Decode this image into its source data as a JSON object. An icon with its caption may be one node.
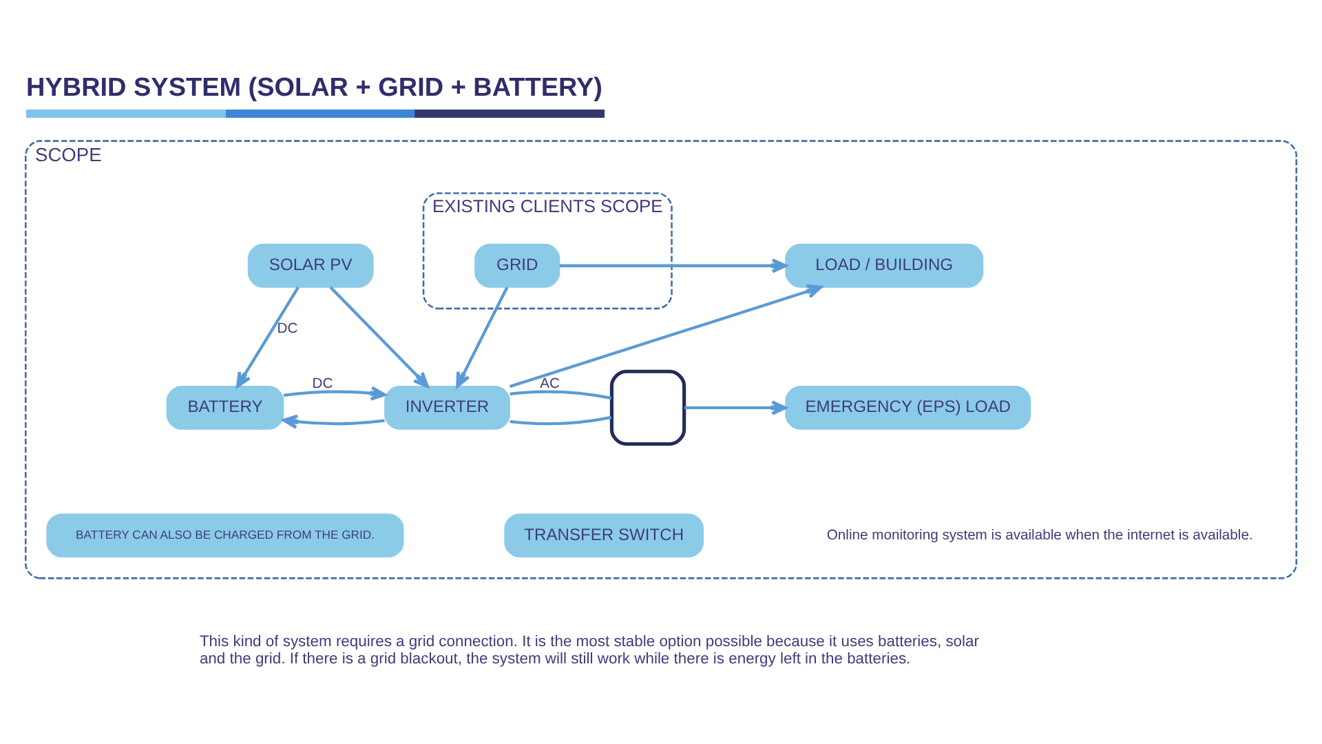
{
  "diagram": {
    "title": "HYBRID SYSTEM (SOLAR + GRID + BATTERY)",
    "caption": "This kind of system requires a grid connection. It is the most stable option possible because it uses batteries, solar and the grid. If there is a grid blackout, the system will still work while there is energy left in the batteries.",
    "nodes": [
      {
        "text": [
          "SCOPE"
        ]
      },
      {
        "text": [
          "EXISTING CLIENTS SCOPE"
        ],
        "in": 0
      },
      {
        "text": [
          "SOLAR PV"
        ],
        "in": 0
      },
      {
        "text": [
          "GRID"
        ],
        "in": 1
      },
      {
        "text": [
          "LOAD / BUILDING"
        ],
        "in": 0
      },
      {
        "text": [
          "BATTERY"
        ],
        "in": 0
      },
      {
        "text": [
          "INVERTER"
        ],
        "in": 0
      },
      {
        "text": [],
        "shape": "box",
        "in": 0
      },
      {
        "text": [
          "TRANSFER SWITCH"
        ],
        "in": 0
      },
      {
        "text": [
          "EMERGENCY (EPS) LOAD"
        ],
        "in": 0
      },
      {
        "text": [
          "BATTERY CAN ALSO BE CHARGED FROM THE GRID."
        ],
        "in": 0
      }
    ],
    "edges": [
      {
        "from": 2,
        "to": 5,
        "arrow": "to",
        "label": "DC"
      },
      {
        "from": 2,
        "to": 6,
        "arrow": "to"
      },
      {
        "from": 6,
        "to": 5,
        "arrow": "to"
      },
      {
        "from": 5,
        "to": 6,
        "arrow": "to",
        "label": "DC"
      },
      {
        "from": 3,
        "to": 4,
        "arrow": "to"
      },
      {
        "from": 3,
        "to": 6,
        "arrow": "to"
      },
      {
        "from": 6,
        "to": 4,
        "arrow": "to"
      },
      {
        "from": 6,
        "to": 7,
        "arrow": "none"
      },
      {
        "from": 6,
        "to": 7,
        "arrow": "none",
        "label": "AC"
      },
      {
        "from": 7,
        "to": 9,
        "arrow": "to"
      }
    ],
    "labels": [
      "Online monitoring system is available when the internet is available."
    ]
  }
}
